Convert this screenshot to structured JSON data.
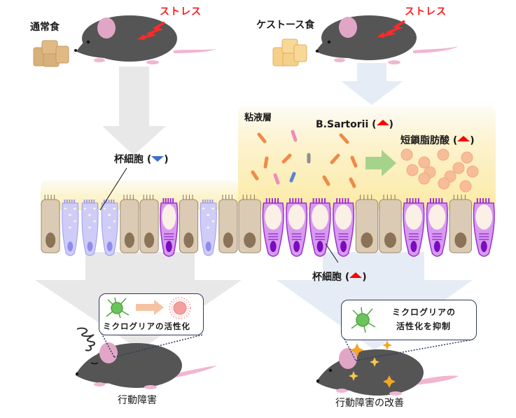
{
  "left_panel": {
    "diet_label": "通常食",
    "stress_label": "ストレス",
    "goblet_label": "杯細胞 (",
    "goblet_label_end": ")",
    "goblet_change": "decrease",
    "microglia_callout": "ミクログリアの活性化",
    "outcome_label": "行動障害"
  },
  "right_panel": {
    "diet_label": "ケストース食",
    "stress_label": "ストレス",
    "mucus_label": "粘液層",
    "bacteria_label": "B.Sartorii (",
    "bacteria_label_end": ")",
    "bacteria_change": "increase",
    "scfa_label": "短鎖脂肪酸 (",
    "scfa_label_end": ")",
    "scfa_change": "increase",
    "goblet_label": "杯細胞 (",
    "goblet_label_end": ")",
    "goblet_change": "increase",
    "microglia_callout_line1": "ミクログリアの",
    "microglia_callout_line2": "活性化を抑制",
    "outcome_label": "行動障害の改善"
  },
  "epithelium": {
    "left_cells": [
      "enterocyte",
      "goblet-low",
      "goblet-low",
      "goblet-low",
      "enterocyte",
      "enterocyte",
      "goblet-high",
      "enterocyte",
      "goblet-low",
      "enterocyte"
    ],
    "right_cells": [
      "enterocyte",
      "goblet-high",
      "goblet-high",
      "goblet-high",
      "goblet-high",
      "enterocyte",
      "enterocyte",
      "goblet-high",
      "goblet-high",
      "enterocyte",
      "goblet-high"
    ]
  },
  "colors": {
    "up_arrow": "#ff0000",
    "down_arrow": "#3d6fd1",
    "stress_text": "#ff1a1a",
    "left_flow_arrow": "#e8e8e8",
    "right_flow_arrow": "#e6ecf6",
    "mucus_layer": "#fbeeb0",
    "enterocyte": "#dccbb4",
    "goblet_low": "#c9c6f6",
    "goblet_high": "#c77ee6",
    "microglia_rest": "#5fbf4f",
    "microglia_active": "#f27a7a"
  }
}
